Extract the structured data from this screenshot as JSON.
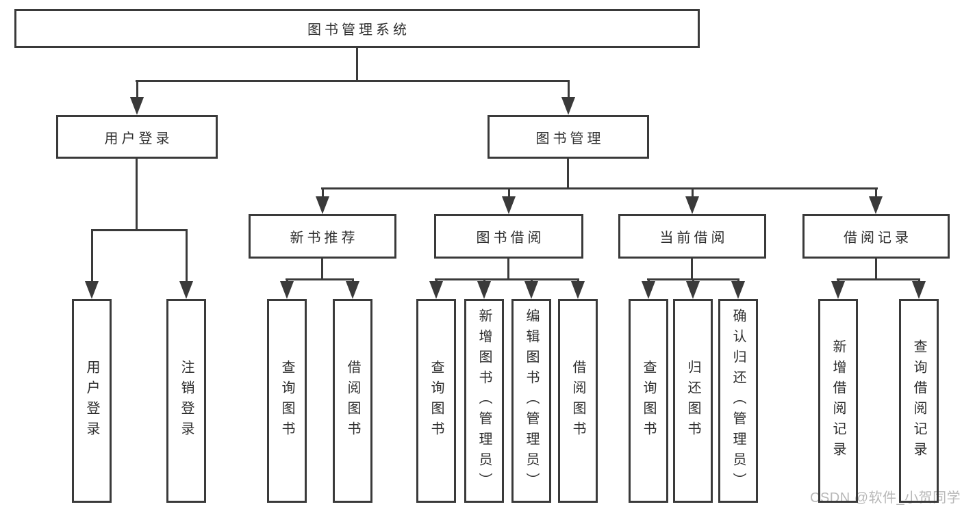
{
  "diagram": {
    "root": "图书管理系统",
    "level1": {
      "user_login": "用户登录",
      "book_mgmt": "图书管理"
    },
    "level2": {
      "new_books": "新书推荐",
      "book_borrow": "图书借阅",
      "current_borrow": "当前借阅",
      "borrow_records": "借阅记录"
    },
    "leaves": {
      "user_login": [
        "用户登录",
        "注销登录"
      ],
      "new_books": [
        "查询图书",
        "借阅图书"
      ],
      "book_borrow": [
        "查询图书",
        "新增图书（管理员）",
        "编辑图书（管理员）",
        "借阅图书"
      ],
      "current_borrow": [
        "查询图书",
        "归还图书",
        "确认归还（管理员）"
      ],
      "borrow_records": [
        "新增借阅记录",
        "查询借阅记录"
      ]
    }
  },
  "watermark": "CSDN @软件_小贺同学",
  "colors": {
    "line": "#3a3a3a",
    "text": "#2e2e2e",
    "watermark": "#b8b8b8",
    "background": "#ffffff"
  }
}
